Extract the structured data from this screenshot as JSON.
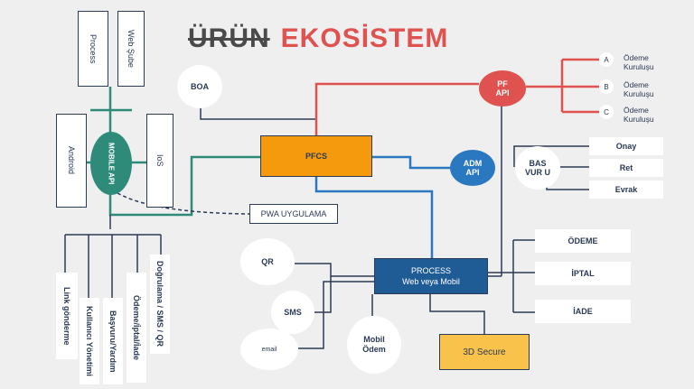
{
  "title": {
    "struck": "ÜRÜN",
    "main": "EKOSİSTEM"
  },
  "colors": {
    "navy": "#2b3a55",
    "teal": "#2e8b7a",
    "red": "#e0524f",
    "orange": "#f59a0c",
    "blue": "#2a78bf",
    "yellow": "#f9c24b",
    "process_blue": "#1f5c96"
  },
  "nodes": {
    "process_box": "Process",
    "web_sube": "Web Şube",
    "android": "Android",
    "ios": "IoS",
    "mobile_api": "MOBILE API",
    "boa": "BOA",
    "pfcs": "PFCS",
    "pf_api": "PF API",
    "adm_api": "ADM API",
    "basvuru": "BAS VUR U",
    "pwa": "PWA UYGULAMA",
    "qr": "QR",
    "sms": "SMS",
    "email": "email",
    "mobil_odem": "Mobil Ödem",
    "process_main_line1": "PROCESS",
    "process_main_line2": "Web veya Mobil",
    "secure": "3D Secure"
  },
  "odeme_kurulusu": [
    {
      "letter": "A",
      "label": "Ödeme Kuruluşu"
    },
    {
      "letter": "B",
      "label": "Ödeme Kuruluşu"
    },
    {
      "letter": "C",
      "label": "Ödeme Kuruluşu"
    }
  ],
  "basvuru_outcomes": [
    "Onay",
    "Ret",
    "Evrak"
  ],
  "process_outcomes": [
    "ÖDEME",
    "İPTAL",
    "İADE"
  ],
  "mobile_features": [
    "Link gönderme",
    "Kullanıcı Yönetimi",
    "Başvuru/Yardım",
    "Ödeme/İptal/İade",
    "Doğrulama / SMS / QR"
  ]
}
